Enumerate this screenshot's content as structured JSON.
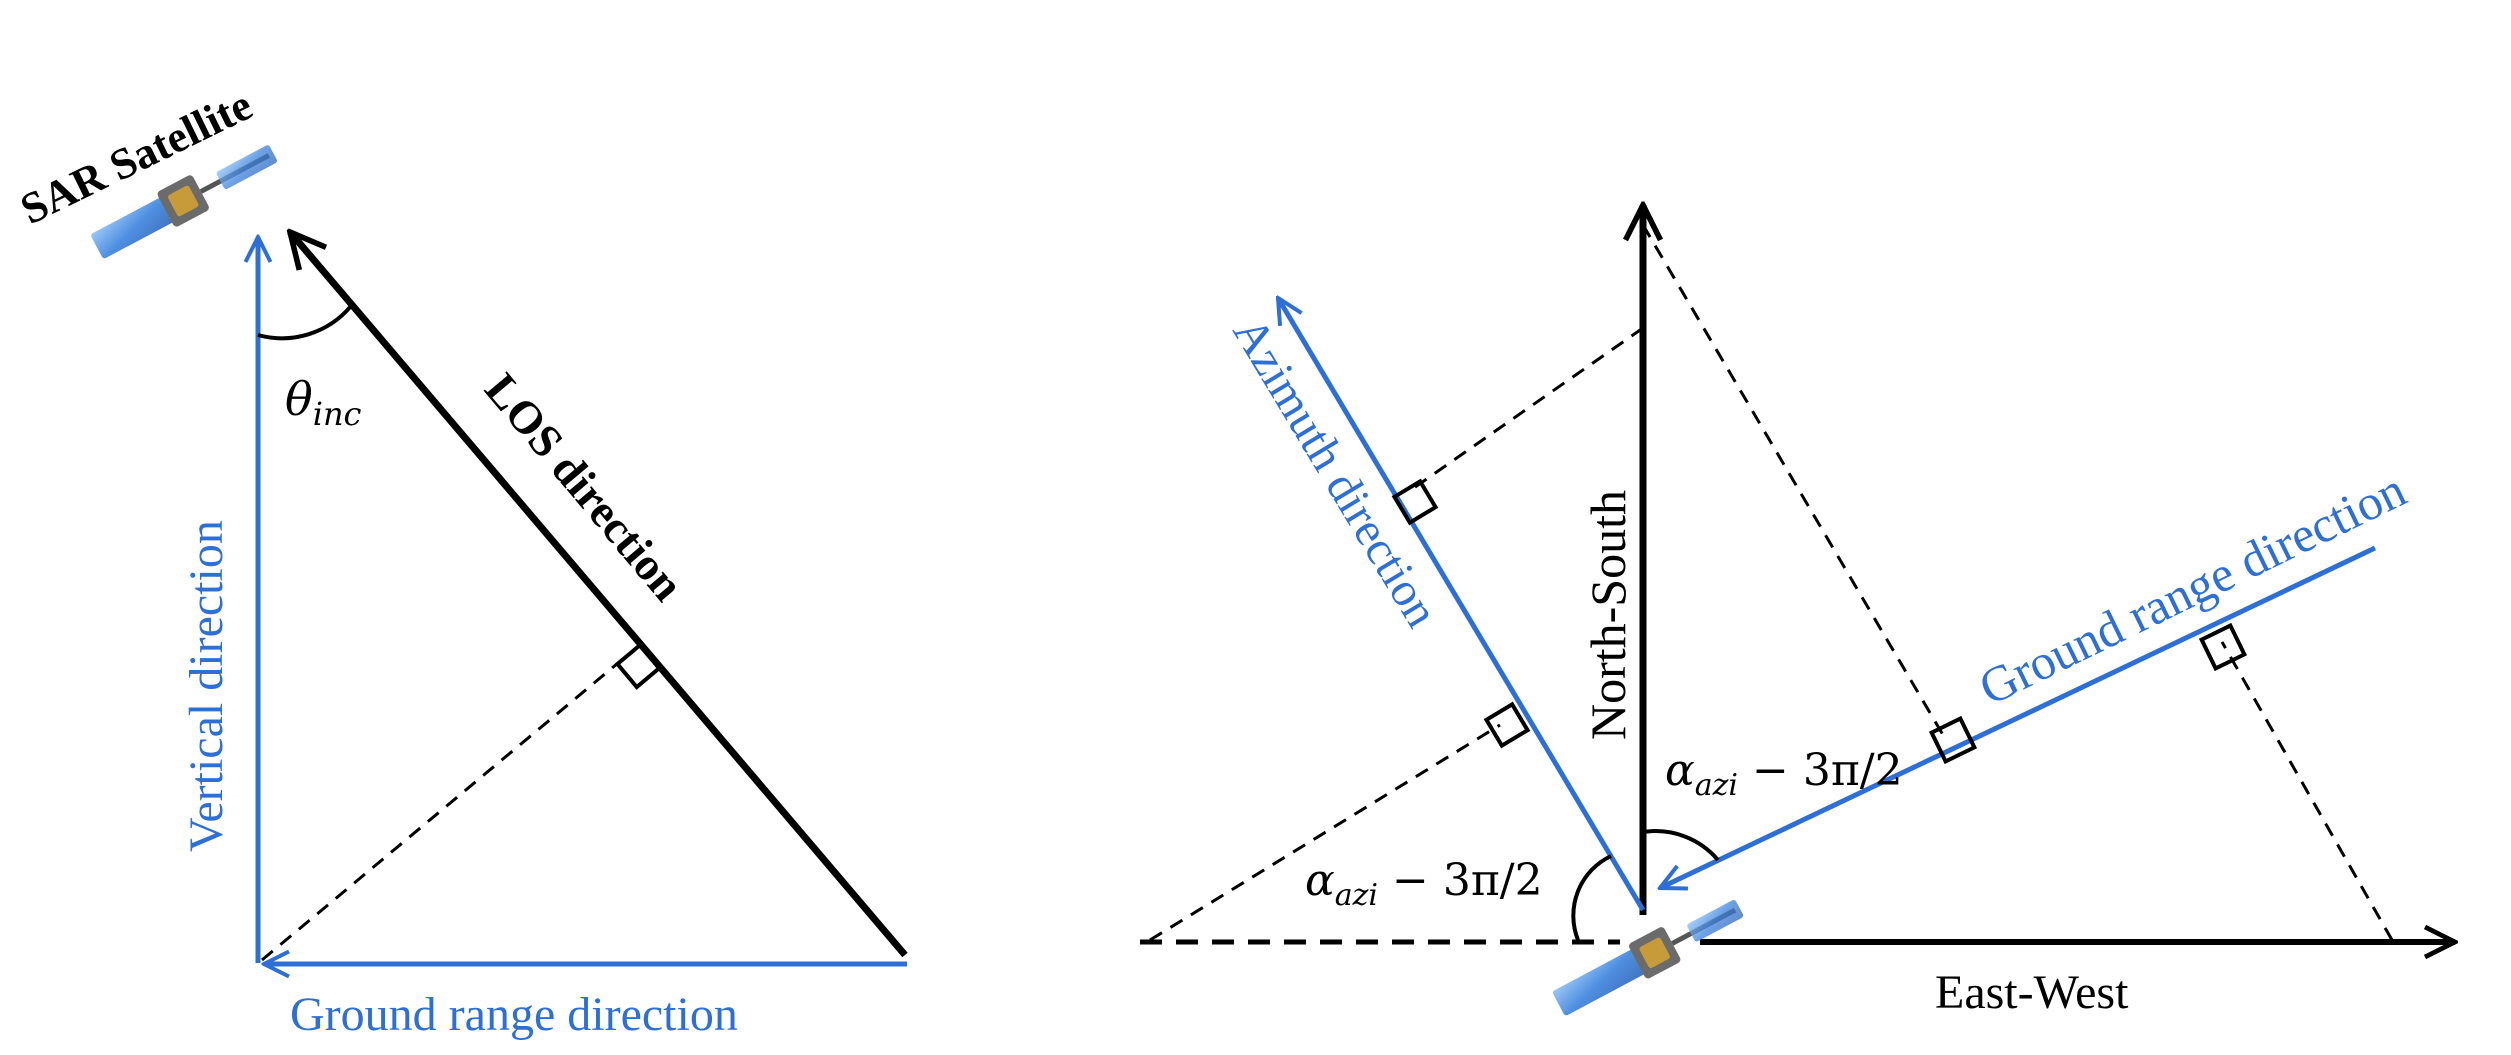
{
  "left_panel": {
    "satellite_label": "SAR Satellite",
    "incidence_angle": {
      "symbol": "θ",
      "subscript": "inc"
    },
    "los_label": "LOS direction",
    "vertical_label": "Vertical direction",
    "ground_range_label": "Ground range direction"
  },
  "right_panel": {
    "azimuth_label": "Azimuth direction",
    "north_south_label": "North-South",
    "east_west_label": "East-West",
    "ground_range_label": "Ground range direction",
    "angle_label_right": {
      "symbol": "α",
      "subscript": "azi",
      "rest": " − 3π/2"
    },
    "angle_label_left": {
      "symbol": "α",
      "subscript": "azi",
      "rest": " − 3π/2"
    }
  },
  "colors": {
    "blue": "#2e6fd6",
    "black": "#000000",
    "satellite_panel": "#4f93e8"
  },
  "icons": [
    "satellite-icon",
    "satellite-icon",
    "right-angle-marker"
  ]
}
